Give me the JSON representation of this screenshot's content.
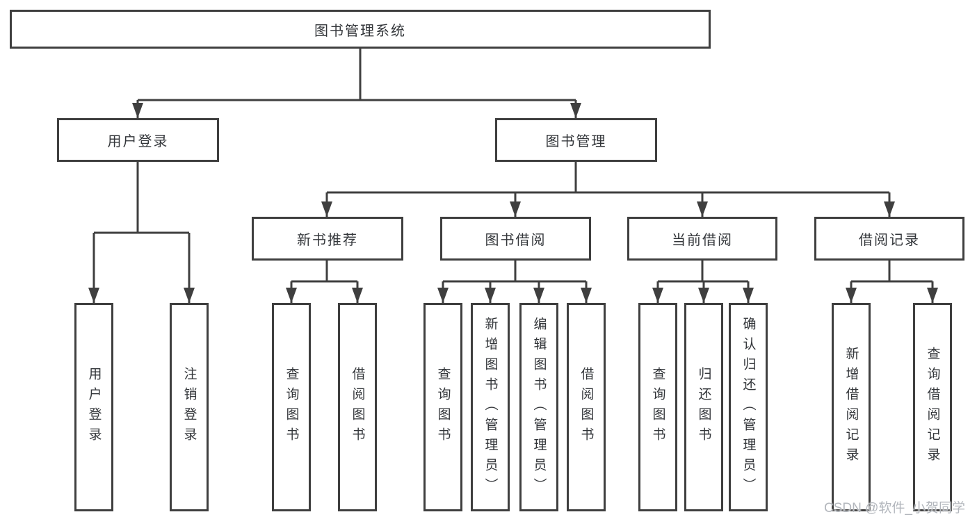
{
  "diagram": {
    "root": {
      "label": "图书管理系统"
    },
    "level2": [
      {
        "label": "用户登录"
      },
      {
        "label": "图书管理"
      }
    ],
    "level3": [
      {
        "label": "新书推荐"
      },
      {
        "label": "图书借阅"
      },
      {
        "label": "当前借阅"
      },
      {
        "label": "借阅记录"
      }
    ],
    "leaves": [
      {
        "label": "用户登录"
      },
      {
        "label": "注销登录"
      },
      {
        "label": "查询图书"
      },
      {
        "label": "借阅图书"
      },
      {
        "label": "查询图书"
      },
      {
        "label": "新增图书（管理员）"
      },
      {
        "label": "编辑图书（管理员）"
      },
      {
        "label": "借阅图书"
      },
      {
        "label": "查询图书"
      },
      {
        "label": "归还图书"
      },
      {
        "label": "确认归还（管理员）"
      },
      {
        "label": "新增借阅记录"
      },
      {
        "label": "查询借阅记录"
      }
    ]
  },
  "watermark": {
    "text": "CSDN @软件_小贺同学"
  },
  "colors": {
    "line": "#3f3f3f",
    "text": "#33363a",
    "watermark": "#b3b7bd",
    "background": "#ffffff"
  }
}
